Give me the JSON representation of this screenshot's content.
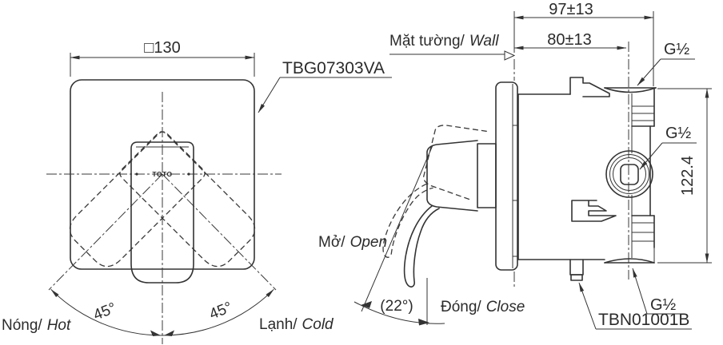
{
  "product": {
    "trim_code": "TBG07303VA",
    "valve_code": "TBN01001B",
    "logo": "TOTO"
  },
  "labels": {
    "wall_vi": "Mặt tường/",
    "wall_en": "Wall",
    "hot_vi": "Nóng/",
    "hot_en": "Hot",
    "cold_vi": "Lạnh/",
    "cold_en": "Cold",
    "open_vi": "Mở/",
    "open_en": "Open",
    "close_vi": "Đóng/",
    "close_en": "Close"
  },
  "dimensions": {
    "plate_square": "□130",
    "wall_to_end": "97±13",
    "wall_to_port": "80±13",
    "body_height": "122.4",
    "swing_left": "45°",
    "swing_right": "45°",
    "open_angle": "(22°)",
    "thread_top": "G½",
    "thread_middle": "G½",
    "thread_bottom": "G½"
  },
  "colors": {
    "line": "#333333",
    "background": "#ffffff"
  }
}
